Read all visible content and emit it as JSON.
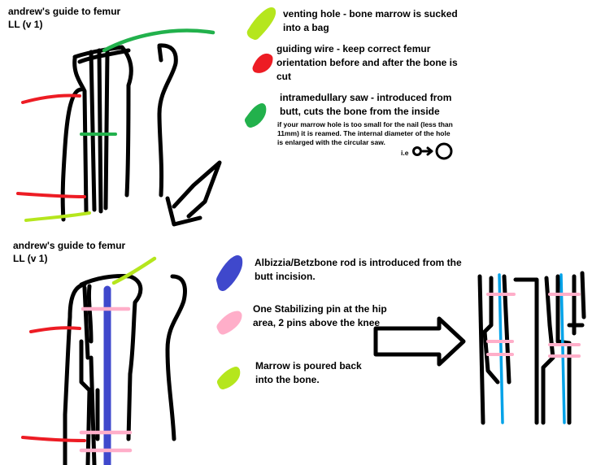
{
  "panels": [
    {
      "title": "andrew's guide to femur\nLL (v 1)",
      "legend": [
        {
          "color": "#b5e61d",
          "text": "venting hole - bone marrow is sucked\ninto a bag"
        },
        {
          "color": "#ed1c24",
          "text": "guiding wire - keep correct femur\norientation before and after the bone is\ncut"
        },
        {
          "color": "#22b14c",
          "text": "intramedullary saw - introduced from\nbutt, cuts the bone from the inside"
        }
      ],
      "note": "if your marrow hole is too small for the nail (less than\n11mm) it is reamed. The internal diameter of the hole\nis enlarged with the circular saw.",
      "note_example": "i.e"
    },
    {
      "title": "andrew's guide to femur\nLL (v 1)",
      "legend": [
        {
          "color": "#3f48cc",
          "text": "Albizzia/Betzbone rod is introduced from the\nbutt incision."
        },
        {
          "color": "#ffaec9",
          "text": "One Stabilizing pin at the hip\narea, 2 pins above the knee"
        },
        {
          "color": "#b5e61d",
          "text": "Marrow is poured back\ninto the bone."
        }
      ]
    }
  ]
}
